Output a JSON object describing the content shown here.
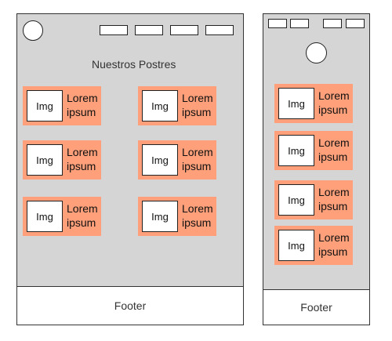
{
  "colors": {
    "frame_bg": "#d5d5d5",
    "card_bg": "#ffa07a",
    "border": "#333333"
  },
  "desktop": {
    "title": "Nuestros Postres",
    "footer": "Footer",
    "cards": [
      {
        "img": "Img",
        "line1": "Lorem",
        "line2": "ipsum"
      },
      {
        "img": "Img",
        "line1": "Lorem",
        "line2": "ipsum"
      },
      {
        "img": "Img",
        "line1": "Lorem",
        "line2": "ipsum"
      },
      {
        "img": "Img",
        "line1": "Lorem",
        "line2": "ipsum"
      },
      {
        "img": "Img",
        "line1": "Lorem",
        "line2": "ipsum"
      },
      {
        "img": "Img",
        "line1": "Lorem",
        "line2": "ipsum"
      }
    ]
  },
  "mobile": {
    "footer": "Footer",
    "cards": [
      {
        "img": "Img",
        "line1": "Lorem",
        "line2": "ipsum"
      },
      {
        "img": "Img",
        "line1": "Lorem",
        "line2": "ipsum"
      },
      {
        "img": "Img",
        "line1": "Lorem",
        "line2": "ipsum"
      },
      {
        "img": "Img",
        "line1": "Lorem",
        "line2": "ipsum"
      }
    ]
  }
}
